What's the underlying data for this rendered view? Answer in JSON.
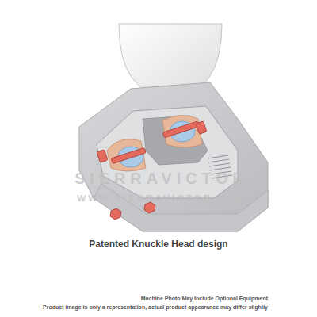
{
  "diagram": {
    "caption": "Patented Knuckle Head design",
    "labels": [
      "SIERRAVICTOR",
      "WWW.SIERRAVICTOR.COM",
      "Machine Photo May Include Optional Equipment",
      "Product image is only a representation, actual product appearance may differ slightly"
    ]
  }
}
